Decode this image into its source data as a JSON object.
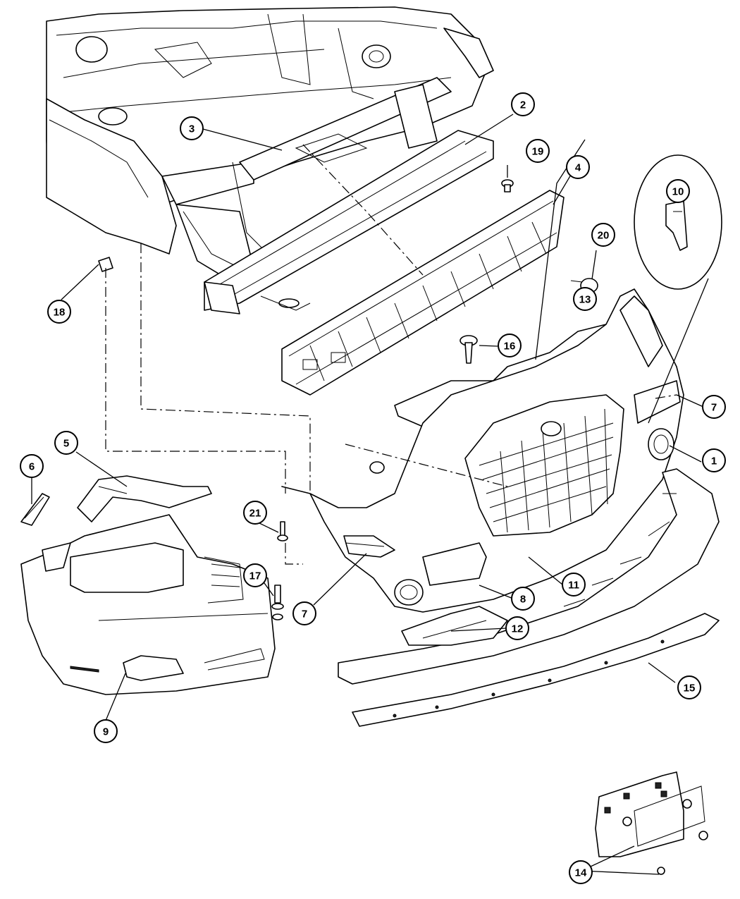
{
  "diagram": {
    "callouts": [
      {
        "id": "c1",
        "label": "1"
      },
      {
        "id": "c2",
        "label": "2"
      },
      {
        "id": "c3",
        "label": "3"
      },
      {
        "id": "c4",
        "label": "4"
      },
      {
        "id": "c5",
        "label": "5"
      },
      {
        "id": "c6",
        "label": "6"
      },
      {
        "id": "c7a",
        "label": "7"
      },
      {
        "id": "c7b",
        "label": "7"
      },
      {
        "id": "c8",
        "label": "8"
      },
      {
        "id": "c9",
        "label": "9"
      },
      {
        "id": "c10",
        "label": "10"
      },
      {
        "id": "c11",
        "label": "11"
      },
      {
        "id": "c12",
        "label": "12"
      },
      {
        "id": "c13",
        "label": "13"
      },
      {
        "id": "c14",
        "label": "14"
      },
      {
        "id": "c15",
        "label": "15"
      },
      {
        "id": "c16",
        "label": "16"
      },
      {
        "id": "c17",
        "label": "17"
      },
      {
        "id": "c18",
        "label": "18"
      },
      {
        "id": "c19",
        "label": "19"
      },
      {
        "id": "c20",
        "label": "20"
      },
      {
        "id": "c21",
        "label": "21"
      }
    ]
  }
}
